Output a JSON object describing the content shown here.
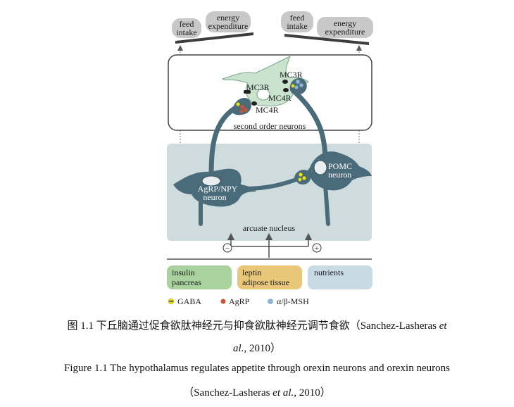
{
  "top_left": {
    "feed": [
      "feed",
      "intake"
    ],
    "energy": [
      "energy",
      "expenditure"
    ]
  },
  "top_right": {
    "feed": [
      "feed",
      "intake"
    ],
    "energy": [
      "energy",
      "expenditure"
    ]
  },
  "receptors": {
    "mc3r_a": "MC3R",
    "mc4r_a": "MC4R",
    "mc3r_b": "MC3R",
    "mc4r_b": "MC4R"
  },
  "second_order_label": "second order neurons",
  "agrp_label": [
    "AgRP/NPY",
    "neuron"
  ],
  "pomc_label": [
    "POMC",
    "neuron"
  ],
  "arcuate_label": "arcuate nucleus",
  "signs": {
    "minus": "−",
    "plus": "+"
  },
  "inputs": {
    "insulin": [
      "insulin",
      "pancreas"
    ],
    "leptin": [
      "leptin",
      "adipose tissue"
    ],
    "nutrients": "nutrients"
  },
  "legend": {
    "gaba": "GABA",
    "agrp": "AgRP",
    "msh": "α/β-MSH"
  },
  "colors": {
    "gaba": "#e8e31c",
    "agrp": "#c8553a",
    "msh": "#8fb6d4",
    "neuron_green": "#c9e3cf",
    "neuron_blue": "#4a6b7a",
    "arcuate_bg": "#cfdcde",
    "insulin_bg": "#a9d29f",
    "leptin_bg": "#e9c779",
    "nutrients_bg": "#c8dbe4",
    "pill_bg": "#c8c8c8"
  },
  "caption": {
    "cn_main": "图 1.1  下丘脑通过促食欲肽神经元与抑食欲肽神经元调节食欲（Sanchez-Lasheras ",
    "cn_et": "et",
    "cn_al": "al.",
    "cn_tail": ", 2010）",
    "en_main": "Figure 1.1 The hypothalamus regulates appetite through orexin neurons and orexin neurons",
    "en_open": "（Sanchez-Lasheras ",
    "en_etal": "et al.",
    "en_tail": ", 2010）"
  }
}
